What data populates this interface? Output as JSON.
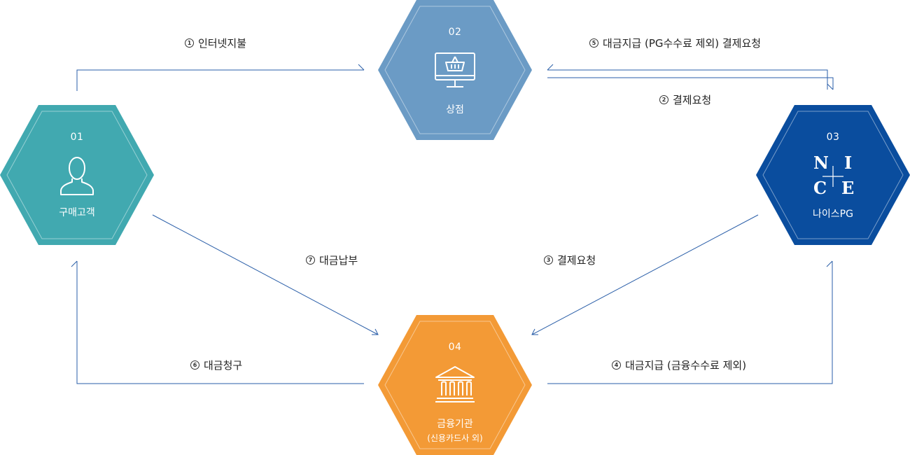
{
  "nodes": {
    "customer": {
      "num": "01",
      "label": "구매고객",
      "color": "#41a9b0",
      "icon": "person-icon"
    },
    "store": {
      "num": "02",
      "label": "상점",
      "color": "#6b9bc5",
      "icon": "monitor-basket-icon"
    },
    "nice": {
      "num": "03",
      "label": "나이스PG",
      "color": "#0a4d9e",
      "icon": "nice-logo",
      "logo": {
        "n": "N",
        "i": "I",
        "c": "C",
        "e": "E"
      }
    },
    "bank": {
      "num": "04",
      "label": "금융기관",
      "sublabel": "(신용카드사 외)",
      "color": "#f39a36",
      "icon": "bank-building-icon"
    }
  },
  "steps": {
    "s1": {
      "num": "1",
      "text": "인터넷지불"
    },
    "s2": {
      "num": "2",
      "text": "결제요청"
    },
    "s3": {
      "num": "3",
      "text": "결제요청"
    },
    "s4": {
      "num": "4",
      "text": "대금지급 (금융수수료 제외)"
    },
    "s5": {
      "num": "5",
      "text": "대금지급 (PG수수료 제외) 결제요청"
    },
    "s6": {
      "num": "6",
      "text": "대금청구"
    },
    "s7": {
      "num": "7",
      "text": "대금납부"
    }
  },
  "colors": {
    "line": "#2a5ea8"
  }
}
